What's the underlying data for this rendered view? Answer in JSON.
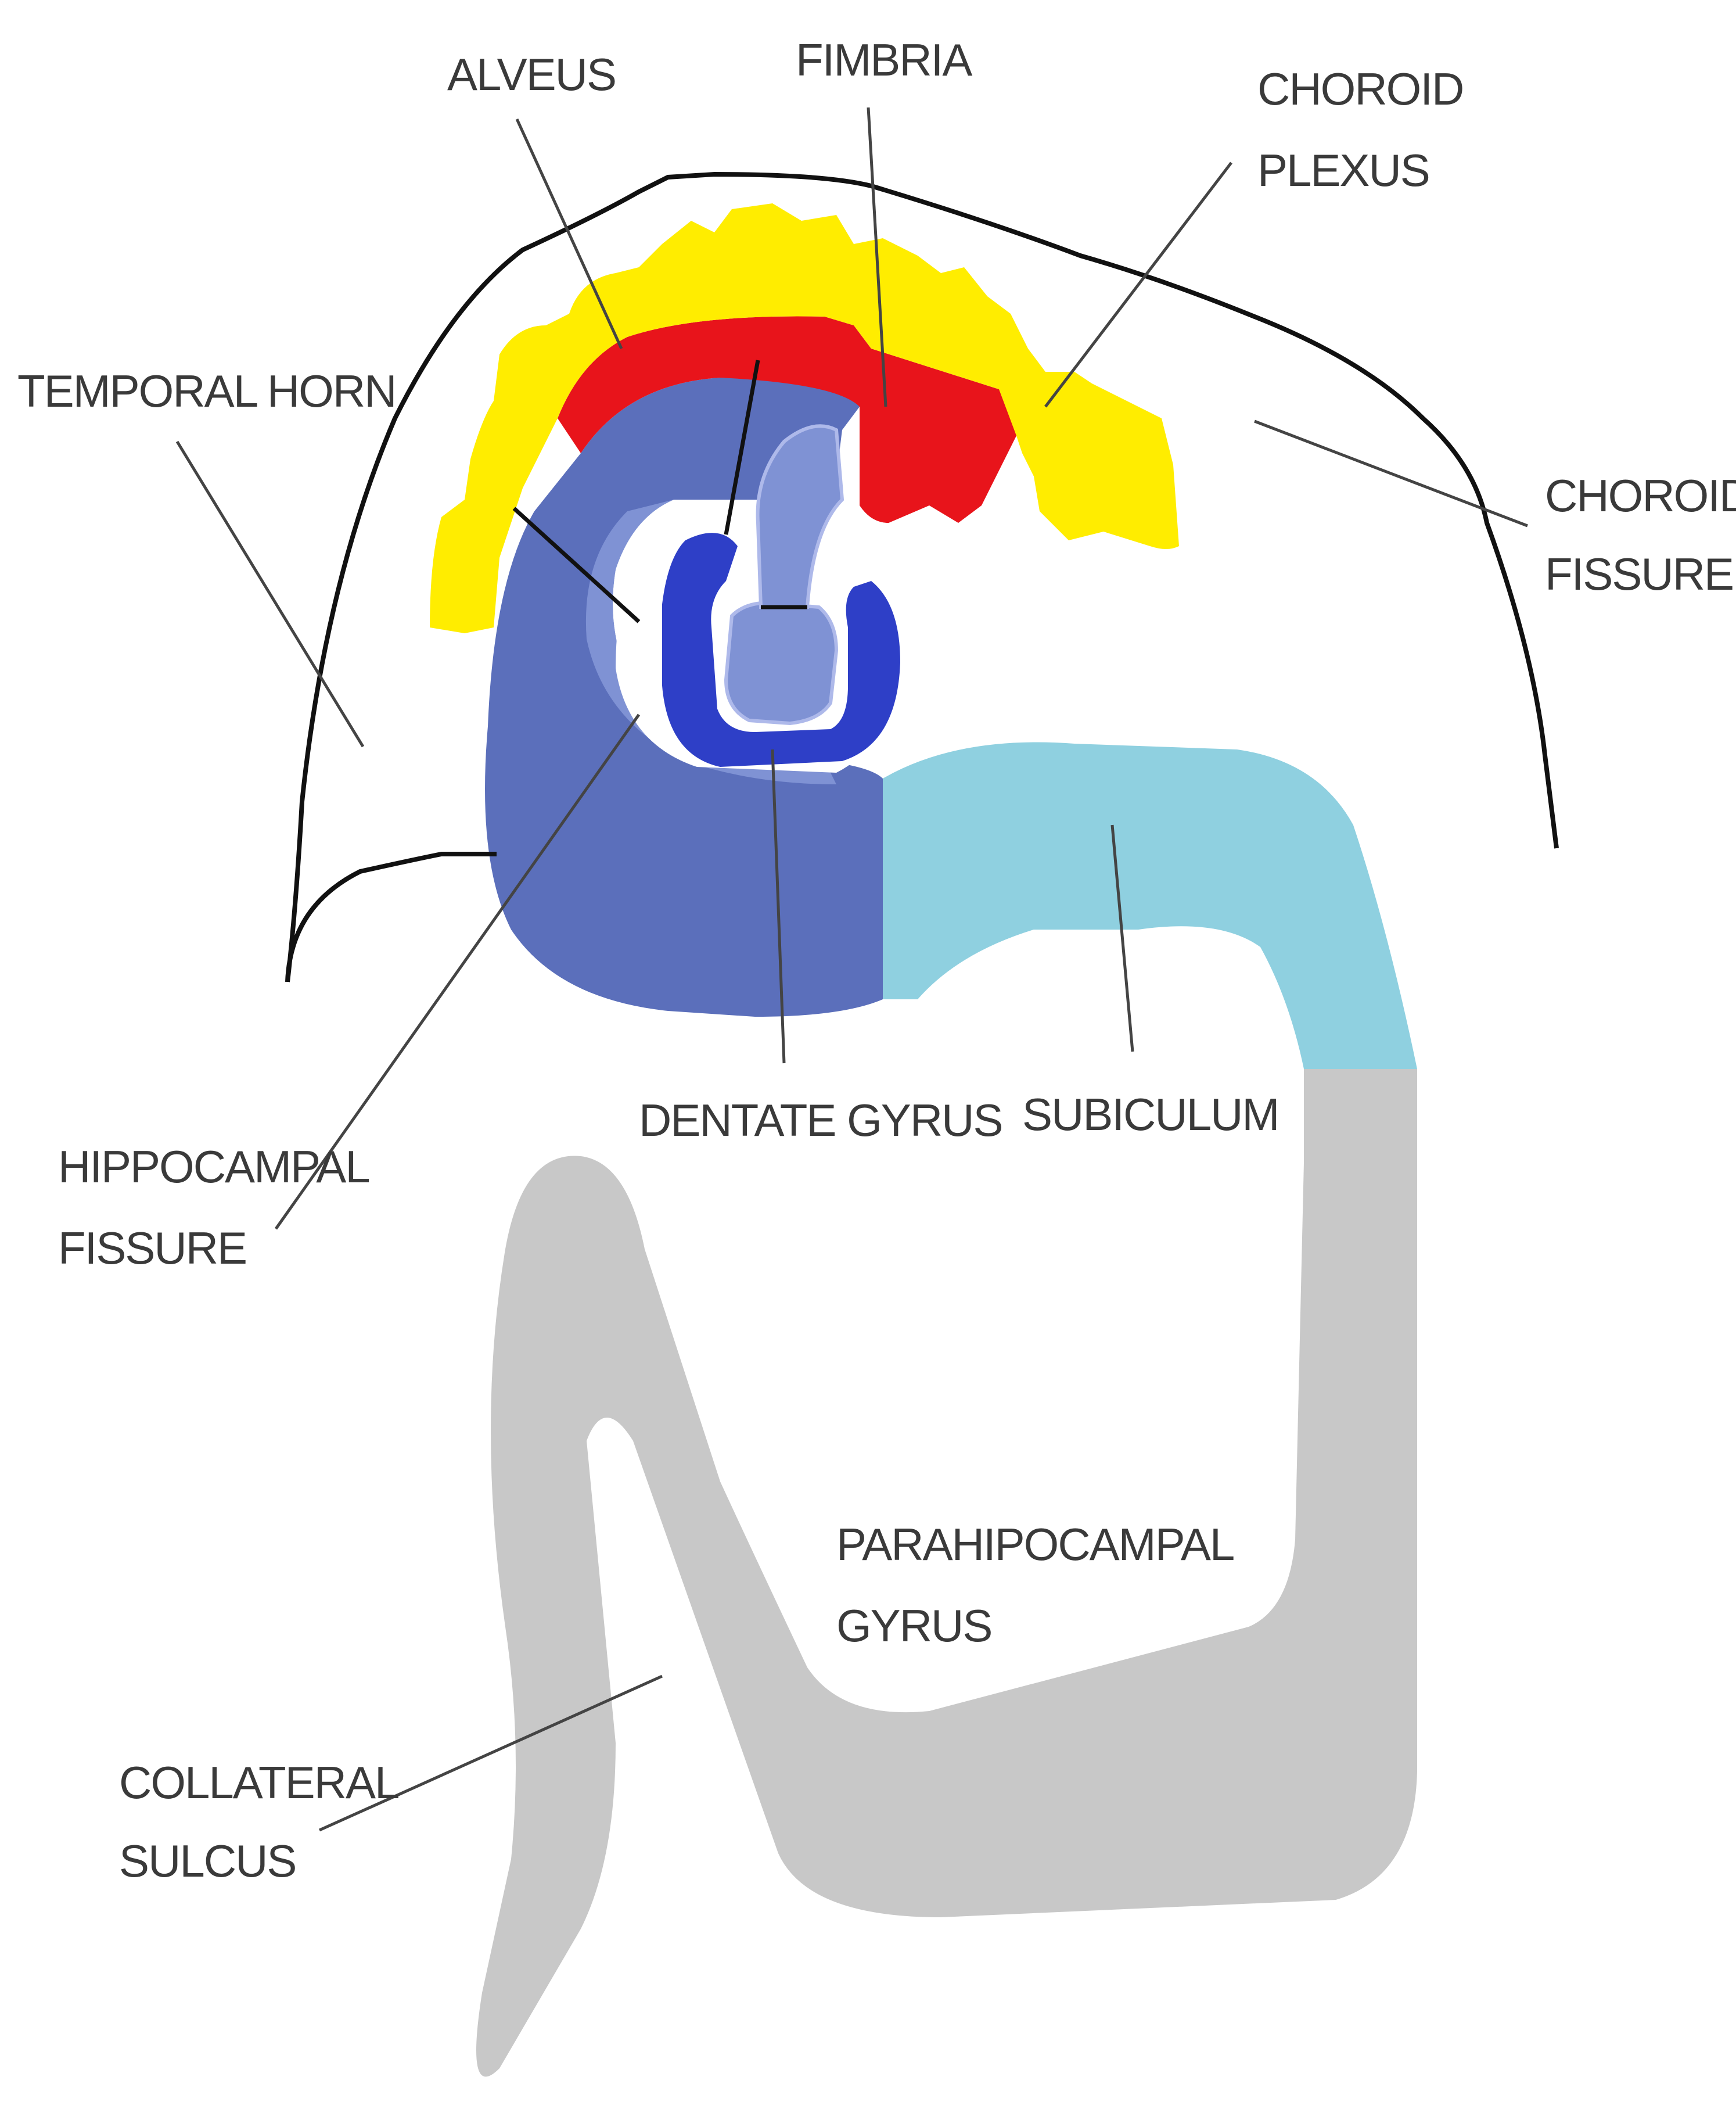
{
  "colors": {
    "choroid_plexus": "#ffed00",
    "fimbria": "#e8141b",
    "hippocampus": "#5b6fbb",
    "dentate_gyrus": "#2e3fc7",
    "subiculum": "#8fd0e0",
    "parahippocampal_gyrus": "#c8c8c8",
    "outline": "#111111"
  },
  "labels": {
    "alveus": "ALVEUS",
    "fimbria": "FIMBRIA",
    "choroid_plexus_1": "CHOROID",
    "choroid_plexus_2": "PLEXUS",
    "temporal_horn": "TEMPORAL HORN",
    "choroidal_fissure_1": "CHOROIDAL",
    "choroidal_fissure_2": "FISSURE",
    "dentate_gyrus": "DENTATE GYRUS",
    "subiculum": "SUBICULUM",
    "hippocampal_fissure_1": "HIPPOCAMPAL",
    "hippocampal_fissure_2": "FISSURE",
    "parahippocampal_gyrus_1": "PARAHIPOCAMPAL",
    "parahippocampal_gyrus_2": "GYRUS",
    "collateral_sulcus_1": "COLLATERAL",
    "collateral_sulcus_2": "SULCUS"
  }
}
